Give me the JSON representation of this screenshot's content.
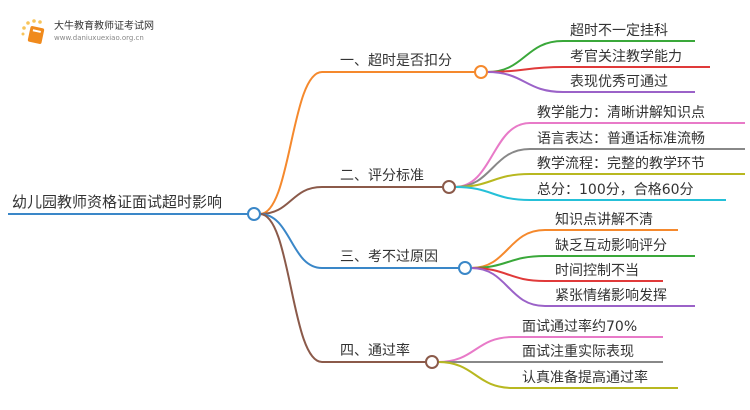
{
  "logo": {
    "title": "大牛教育教师证考试网",
    "url": "www.daniuxuexiao.org.cn"
  },
  "root": {
    "label": "幼儿园教师资格证面试超时影响",
    "color": "#3a87c8"
  },
  "branches": [
    {
      "label": "一、超时是否扣分",
      "color": "#f5892d",
      "children": [
        {
          "label": "超时不一定挂科",
          "color": "#3aa83a"
        },
        {
          "label": "考官关注教学能力",
          "color": "#e03a3a"
        },
        {
          "label": "表现优秀可通过",
          "color": "#9b62c8"
        }
      ]
    },
    {
      "label": "二、评分标准",
      "color": "#8b5a4a",
      "children": [
        {
          "label": "教学能力：清晰讲解知识点",
          "color": "#e87ac8"
        },
        {
          "label": "语言表达：普通话标准流畅",
          "color": "#888888"
        },
        {
          "label": "教学流程：完整的教学环节",
          "color": "#b8b820"
        },
        {
          "label": "总分：100分，合格60分",
          "color": "#25c0d8"
        }
      ]
    },
    {
      "label": "三、考不过原因",
      "color": "#3a87c8",
      "children": [
        {
          "label": "知识点讲解不清",
          "color": "#f5892d"
        },
        {
          "label": "缺乏互动影响评分",
          "color": "#3aa83a"
        },
        {
          "label": "时间控制不当",
          "color": "#e03a3a"
        },
        {
          "label": "紧张情绪影响发挥",
          "color": "#9b62c8"
        }
      ]
    },
    {
      "label": "四、通过率",
      "color": "#8b5a4a",
      "children": [
        {
          "label": "面试通过率约70%",
          "color": "#e87ac8"
        },
        {
          "label": "面试注重实际表现",
          "color": "#888888"
        },
        {
          "label": "认真准备提高通过率",
          "color": "#b8b820"
        }
      ]
    }
  ]
}
